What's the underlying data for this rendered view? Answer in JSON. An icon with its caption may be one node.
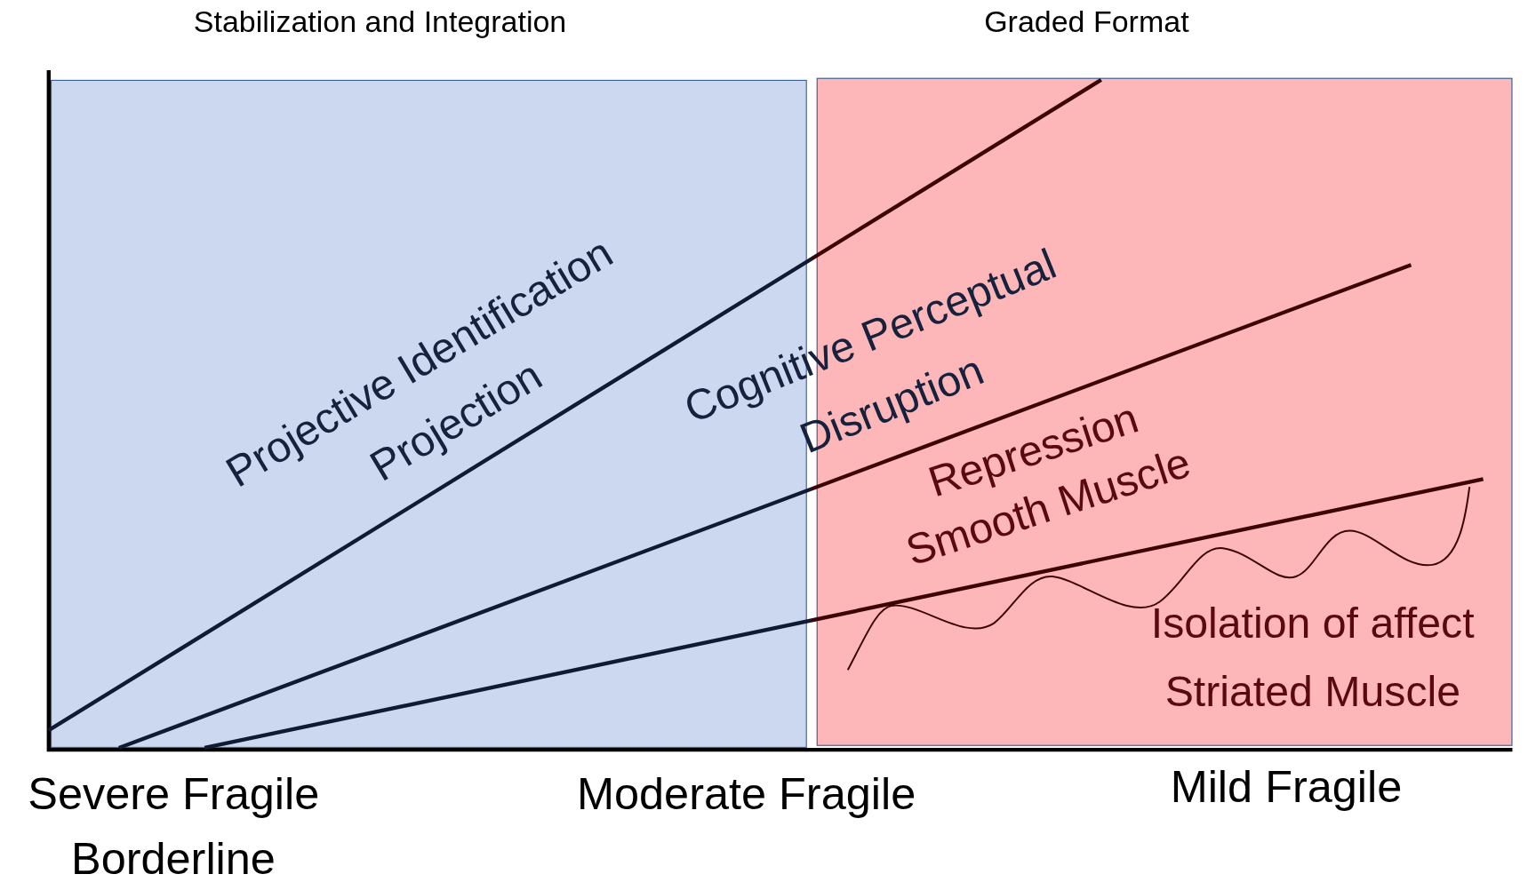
{
  "diagram": {
    "nodes": [
      {
        "text": [
          "Stabilization and Integration"
        ]
      },
      {
        "text": [
          "Graded Format"
        ]
      }
    ],
    "labels": [
      "Projective Identification",
      "Projection",
      "Cognitive Perceptual",
      "Disruption",
      "Repression",
      "Smooth Muscle",
      "Isolation of affect",
      "Striated Muscle",
      "Severe Fragile",
      "Borderline",
      "Moderate Fragile",
      "Mild Fragile"
    ]
  }
}
